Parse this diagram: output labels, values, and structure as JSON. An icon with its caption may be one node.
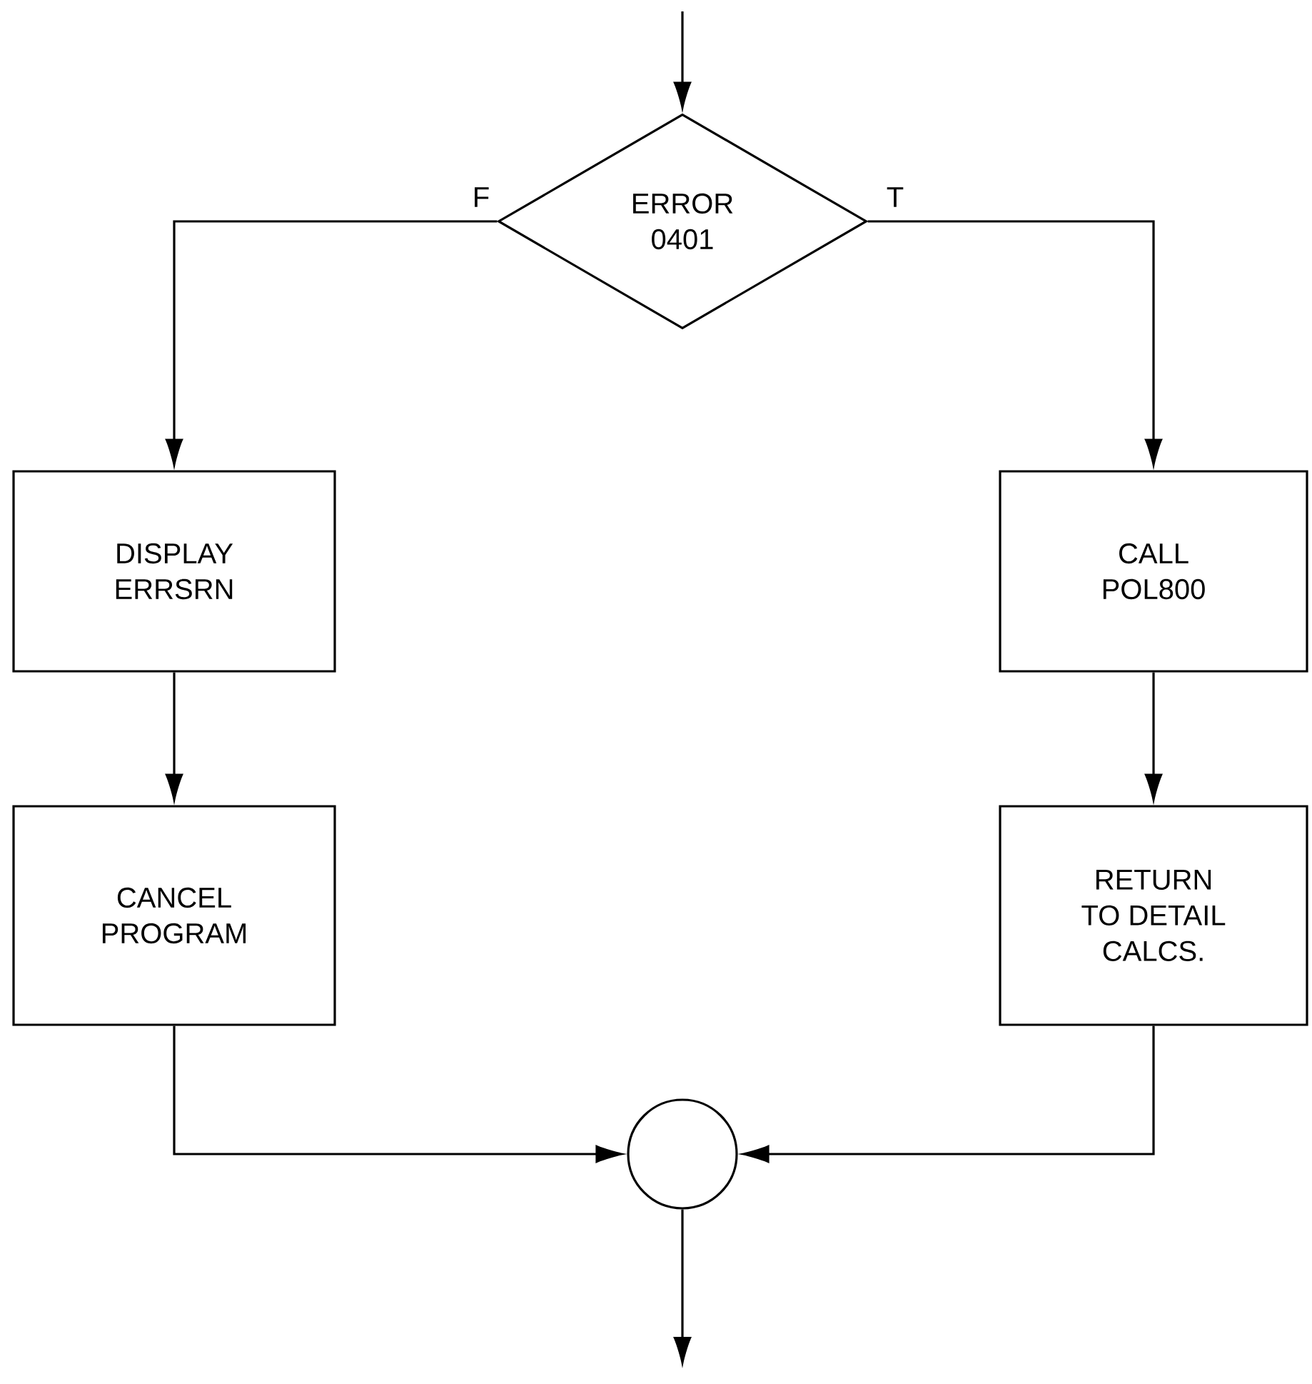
{
  "diagram": {
    "nodes": [
      {
        "text": [
          "ERROR 0401"
        ]
      },
      {
        "text": [
          "DISPLAY ERRSRN"
        ]
      },
      {
        "text": [
          "CANCEL PROGRAM"
        ]
      },
      {
        "text": [
          "CALL POL800"
        ]
      },
      {
        "text": [
          "RETURN TO DETAIL CALCS."
        ]
      },
      {
        "text": [],
        "shape": "circle"
      }
    ],
    "edges": [
      {
        "from": null,
        "to": 0,
        "arrow": "to"
      },
      {
        "from": 0,
        "to": 1,
        "arrow": "to",
        "label": "F"
      },
      {
        "from": 0,
        "to": 3,
        "arrow": "to",
        "label": "T"
      },
      {
        "from": 1,
        "to": 2,
        "arrow": "to"
      },
      {
        "from": 3,
        "to": 4,
        "arrow": "to"
      },
      {
        "from": 2,
        "to": 5,
        "arrow": "to"
      },
      {
        "from": 4,
        "to": 5,
        "arrow": "to"
      },
      {
        "from": 5,
        "to": null,
        "arrow": "to"
      }
    ]
  }
}
